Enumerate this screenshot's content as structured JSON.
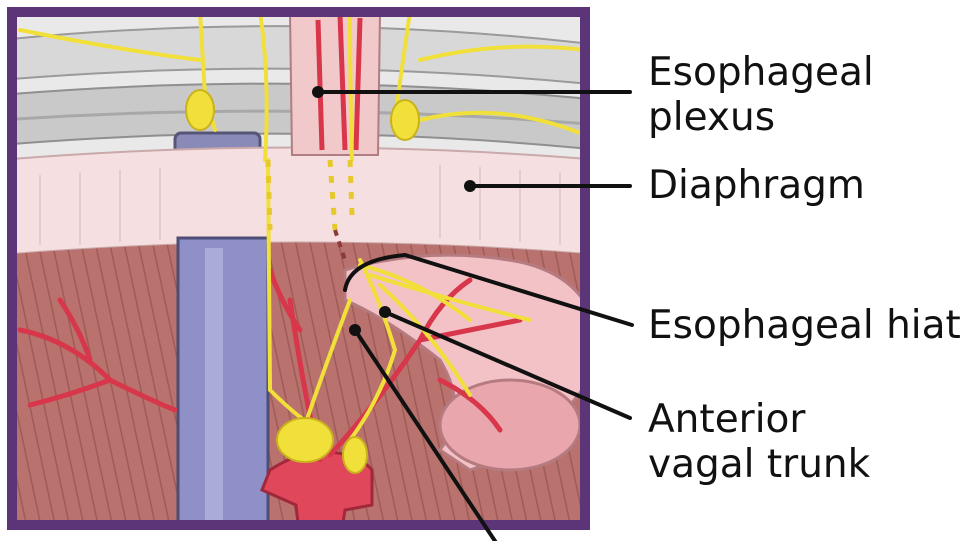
{
  "labels": {
    "esophageal_plexus": [
      "Esophageal",
      "plexus"
    ],
    "diaphragm": "Diaphragm",
    "esophageal_hiatus": "Esophageal hiatu",
    "anterior_vagal_trunk": [
      "Anterior",
      "vagal trunk"
    ]
  },
  "colors": {
    "frame": "#5b3577",
    "nerve": "#f1df3a",
    "artery": "#d8364a",
    "diaphragm": "#f8e1e2",
    "muscle": "#b8706c",
    "vein": "#8f90c8",
    "rib": "#cfcfcf"
  }
}
